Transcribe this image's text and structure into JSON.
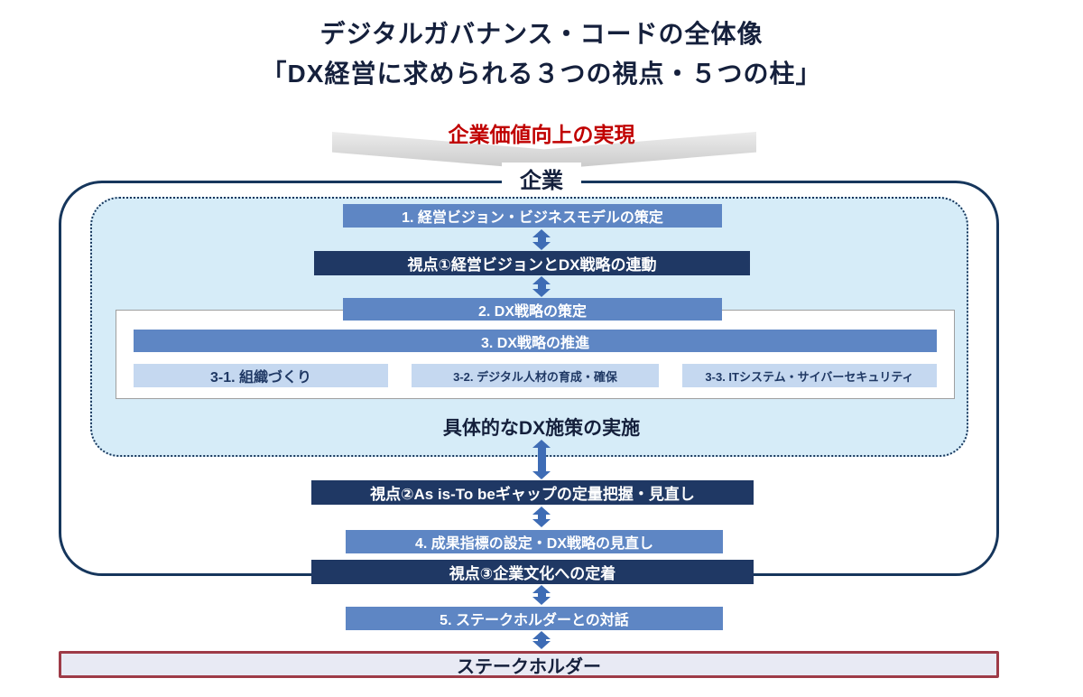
{
  "title": {
    "line1": "デジタルガバナンス・コードの全体像",
    "line2": "「DX経営に求められる３つの視点・５つの柱」"
  },
  "banner": {
    "goal": "企業価値向上の実現"
  },
  "company": {
    "label": "企業"
  },
  "flow": {
    "step1": "1. 経営ビジョン・ビジネスモデルの策定",
    "viewpoint1": "視点①経営ビジョンとDX戦略の連動",
    "step2": "2. DX戦略の策定",
    "step3": "3. DX戦略の推進",
    "step3_1": "3-1. 組織づくり",
    "step3_2": "3-2. デジタル人材の育成・確保",
    "step3_3": "3-3. ITシステム・サイバーセキュリティ",
    "implementation": "具体的なDX施策の実施",
    "viewpoint2": "視点②As is-To beギャップの定量把握・見直し",
    "step4": "4. 成果指標の設定・DX戦略の見直し",
    "viewpoint3": "視点③企業文化への定着",
    "step5": "5. ステークホルダーとの対話"
  },
  "stakeholder": {
    "label": "ステークホルダー"
  },
  "colors": {
    "navy": "#1f3864",
    "step_blue": "#5e86c4",
    "panel_blue": "#d6ecf8",
    "sub_box_blue": "#c5d8f0",
    "accent_red": "#c00000",
    "stakeholder_border": "#9e3b47",
    "arrow_blue": "#3e6cb5",
    "outline_navy": "#16365c"
  }
}
